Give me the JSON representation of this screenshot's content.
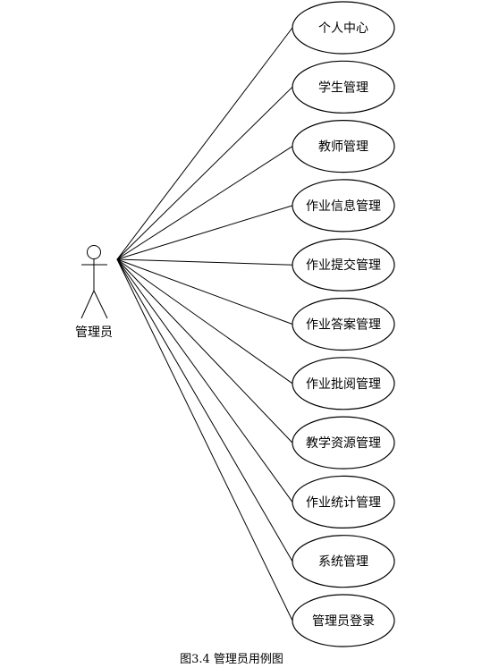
{
  "actor": {
    "name": "管理员"
  },
  "use_cases": [
    {
      "label": "个人中心"
    },
    {
      "label": "学生管理"
    },
    {
      "label": "教师管理"
    },
    {
      "label": "作业信息管理"
    },
    {
      "label": "作业提交管理"
    },
    {
      "label": "作业答案管理"
    },
    {
      "label": "作业批阅管理"
    },
    {
      "label": "教学资源管理"
    },
    {
      "label": "作业统计管理"
    },
    {
      "label": "系统管理"
    },
    {
      "label": "管理员登录"
    }
  ],
  "caption": "图3.4  管理员用例图"
}
